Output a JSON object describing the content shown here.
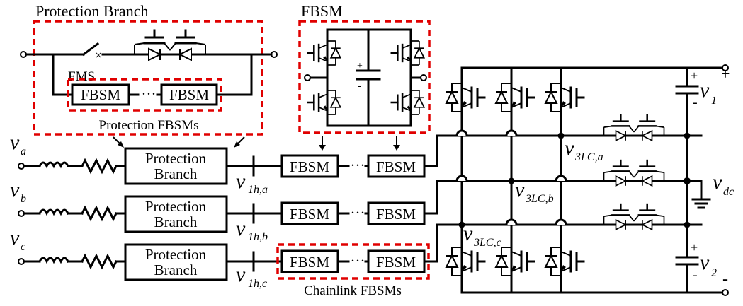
{
  "labels": {
    "protection_branch_title": "Protection Branch",
    "fbsm_title": "FBSM",
    "fms": "FMS",
    "protection_fbsms": "Protection FBSMs",
    "chainlink_fbsms": "Chainlink FBSMs",
    "fbsm": "FBSM",
    "dots": "···",
    "protection_box_line1": "Protection",
    "protection_box_line2": "Branch"
  },
  "phases": [
    {
      "var": "v",
      "sub": "a",
      "v1h": "v",
      "v1h_sub": "1h,a"
    },
    {
      "var": "v",
      "sub": "b",
      "v1h": "v",
      "v1h_sub": "1h,b"
    },
    {
      "var": "v",
      "sub": "c",
      "v1h": "v",
      "v1h_sub": "1h,c"
    }
  ],
  "nodes": {
    "v3lc_a": {
      "var": "v",
      "sub": "3LC,a"
    },
    "v3lc_b": {
      "var": "v",
      "sub": "3LC,b"
    },
    "v3lc_c": {
      "var": "v",
      "sub": "3LC,c"
    },
    "vdc": {
      "var": "v",
      "sub": "dc"
    },
    "v1": {
      "var": "v",
      "sub": "1"
    },
    "v2": {
      "var": "v",
      "sub": "2"
    }
  },
  "polarity": {
    "plus": "+",
    "minus": "-"
  }
}
